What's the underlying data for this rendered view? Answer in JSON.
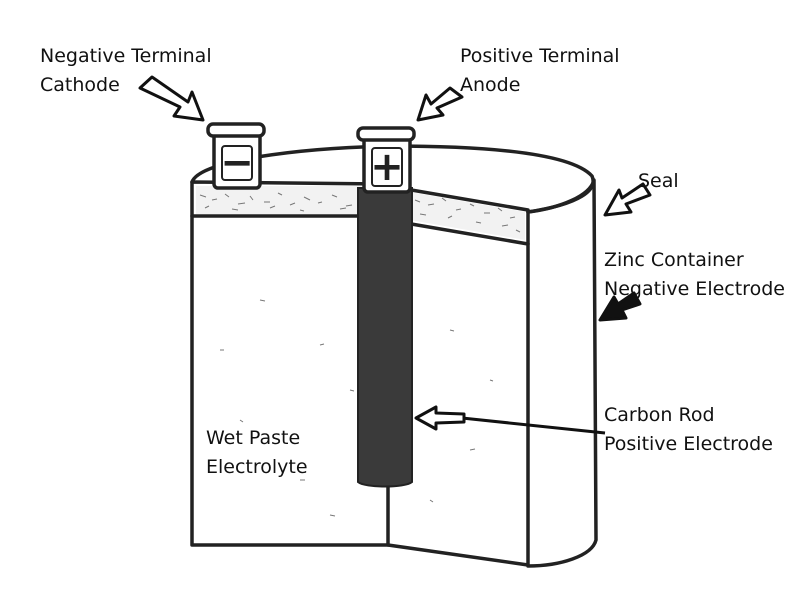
{
  "labels": {
    "negative_terminal": "Negative Terminal",
    "cathode": "Cathode",
    "positive_terminal": "Positive Terminal",
    "anode": "Anode",
    "seal": "Seal",
    "zinc_container": "Zinc Container",
    "negative_electrode": "Negative Electrode",
    "carbon_rod": "Carbon Rod",
    "positive_electrode": "Positive Electrode",
    "wet_paste": "Wet Paste",
    "electrolyte": "Electrolyte"
  },
  "terminal_signs": {
    "minus": "−",
    "plus": "+"
  },
  "icons": {
    "negative_pointer": "hollow-arrow-icon",
    "positive_pointer": "hollow-arrow-icon",
    "seal_pointer": "hollow-arrow-icon",
    "zinc_pointer": "solid-arrow-icon",
    "carbon_pointer": "hollow-arrow-icon"
  },
  "colors": {
    "outline": "#222222",
    "rod": "#3a3a3a",
    "background": "#ffffff"
  }
}
